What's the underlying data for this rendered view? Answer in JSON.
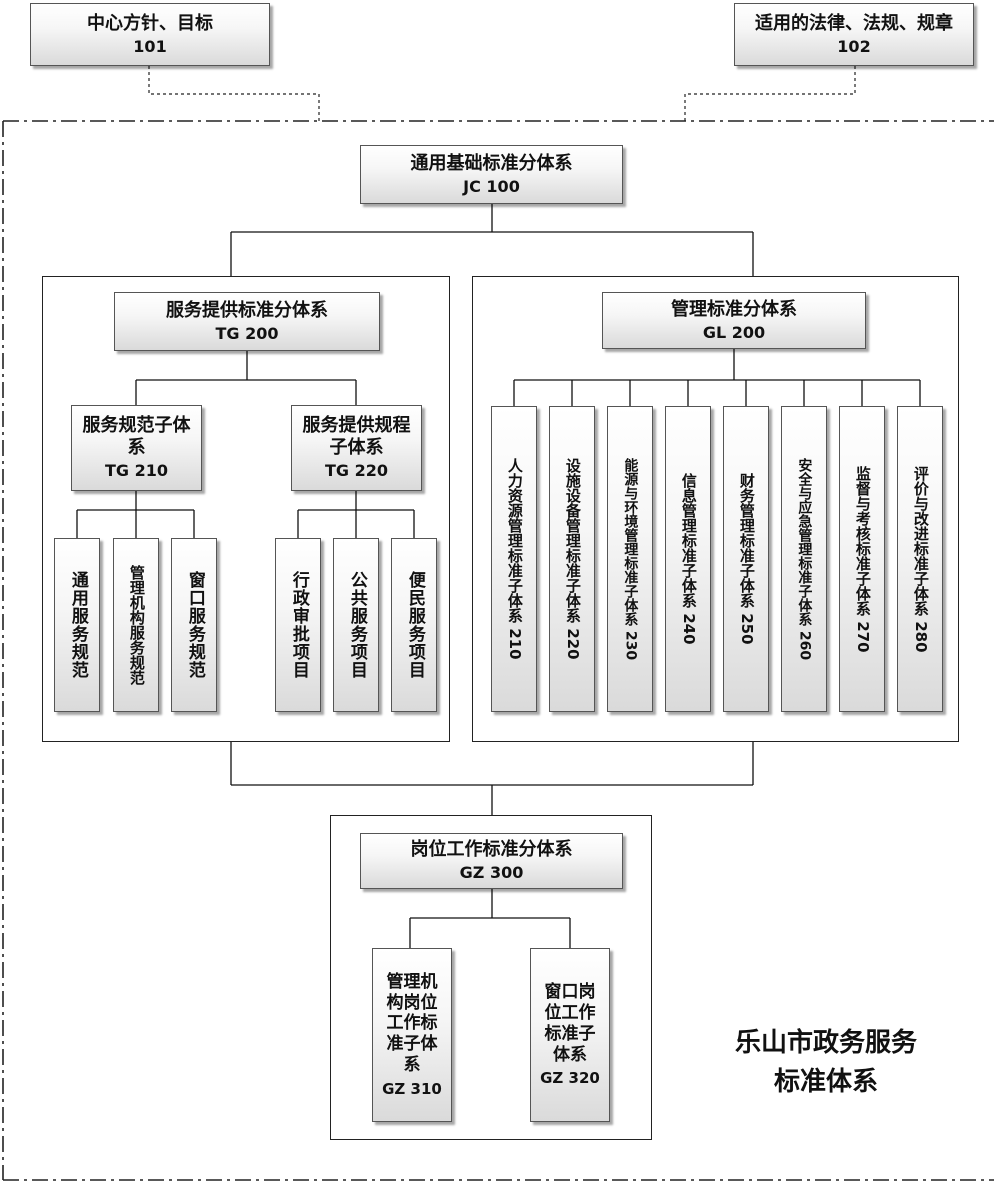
{
  "top": {
    "policy": {
      "title": "中心方针、目标",
      "code": "101"
    },
    "laws": {
      "title": "适用的法律、法规、规章",
      "code": "102"
    }
  },
  "jc": {
    "title": "通用基础标准分体系",
    "code": "JC 100"
  },
  "tg": {
    "title": "服务提供标准分体系",
    "code": "TG 200",
    "tg210": {
      "title": "服务规范子体系",
      "code": "TG 210",
      "items": [
        "通用服务规范",
        "管理机构服务规范",
        "窗口服务规范"
      ]
    },
    "tg220": {
      "title": "服务提供规程子体系",
      "code": "TG 220",
      "items": [
        "行政审批项目",
        "公共服务项目",
        "便民服务项目"
      ]
    }
  },
  "gl": {
    "title": "管理标准分体系",
    "code": "GL 200",
    "items": [
      {
        "title": "人力资源管理标准子体系",
        "code": "210"
      },
      {
        "title": "设施设备管理标准子体系",
        "code": "220"
      },
      {
        "title": "能源与环境管理标准子体系",
        "code": "230"
      },
      {
        "title": "信息管理标准子体系",
        "code": "240"
      },
      {
        "title": "财务管理标准子体系",
        "code": "250"
      },
      {
        "title": "安全与应急管理标准子体系",
        "code": "260"
      },
      {
        "title": "监督与考核标准子体系",
        "code": "270"
      },
      {
        "title": "评价与改进标准子体系",
        "code": "280"
      }
    ]
  },
  "gz": {
    "title": "岗位工作标准分体系",
    "code": "GZ 300",
    "gz310": {
      "title": "管理机构岗位工作标准子体系",
      "code": "GZ 310"
    },
    "gz320": {
      "title": "窗口岗位工作标准子体系",
      "code": "GZ 320"
    }
  },
  "caption": {
    "line1": "乐山市政务服务",
    "line2": "标准体系"
  }
}
